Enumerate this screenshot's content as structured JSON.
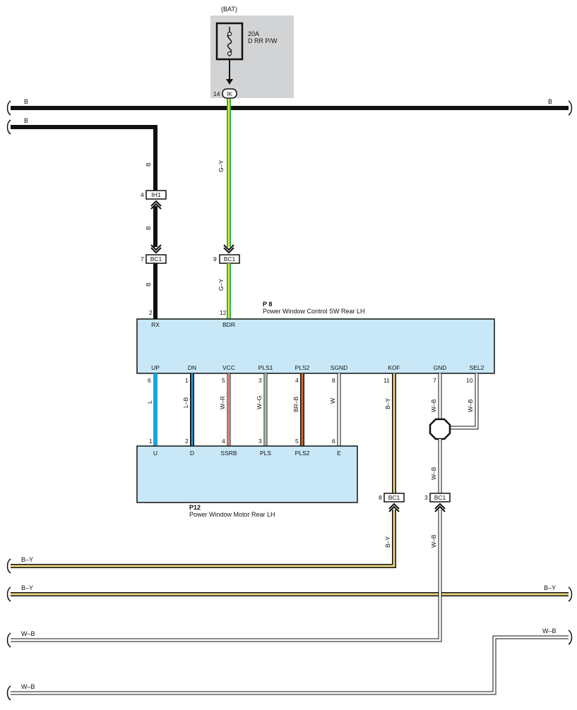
{
  "fuse": {
    "source": "(BAT)",
    "rating": "20A",
    "name": "D RR P/W"
  },
  "buses": {
    "b_top_left": "B",
    "b_top_right": "B",
    "b_second": "B",
    "by_lower_left": "B–Y",
    "by_main_left": "B–Y",
    "by_main_right": "B–Y",
    "wb_upper_left": "W–B",
    "wb_upper_right": "W–B",
    "wb_lower_left": "W–B"
  },
  "connectors": {
    "ik": {
      "name": "IK",
      "pin": "14"
    },
    "ih1": {
      "name": "IH1",
      "pin": "4"
    },
    "bc1_a": {
      "name": "BC1",
      "pin": "7"
    },
    "bc1_b": {
      "name": "BC1",
      "pin": "9"
    },
    "bc1_c": {
      "name": "BC1",
      "pin": "8"
    },
    "bc1_d": {
      "name": "BC1",
      "pin": "3"
    }
  },
  "wire_colors": {
    "b1": "B",
    "b2": "B",
    "b3": "B",
    "gy1": "G–Y",
    "gy2": "G–Y",
    "l": "L",
    "lb": "L–B",
    "wr": "W–R",
    "wg": "W–G",
    "brb": "BR–B",
    "w": "W",
    "by1": "B–Y",
    "by2": "B–Y",
    "wb1": "W–B",
    "wb2": "W–B",
    "wb3": "W–B",
    "wb4": "W–B"
  },
  "p8": {
    "code": "P 8",
    "name": "Power Window Control SW Rear LH",
    "top_pins": [
      {
        "num": "2",
        "label": "RX"
      },
      {
        "num": "12",
        "label": "BDR"
      }
    ],
    "bottom_pins": [
      {
        "num": "6",
        "label": "UP"
      },
      {
        "num": "1",
        "label": "DN"
      },
      {
        "num": "5",
        "label": "VCC"
      },
      {
        "num": "3",
        "label": "PLS1"
      },
      {
        "num": "4",
        "label": "PLS2"
      },
      {
        "num": "8",
        "label": "SGND"
      },
      {
        "num": "11",
        "label": "KOF"
      },
      {
        "num": "7",
        "label": "GND"
      },
      {
        "num": "10",
        "label": "SEL2"
      }
    ]
  },
  "p12": {
    "code": "P12",
    "name": "Power Window Motor Rear LH",
    "pins": [
      {
        "num": "1",
        "label": "U"
      },
      {
        "num": "2",
        "label": "D"
      },
      {
        "num": "4",
        "label": "SSRB"
      },
      {
        "num": "3",
        "label": "PLS"
      },
      {
        "num": "5",
        "label": "PLS2"
      },
      {
        "num": "6",
        "label": "E"
      }
    ]
  },
  "colors": {
    "black": "#111111",
    "green": "#2db34a",
    "yellow": "#f2e24a",
    "blue": "#1aa4e0",
    "red": "#d9261c",
    "brown": "#a0522d",
    "tan": "#e8d37c",
    "comp_fill": "#c8e8f7",
    "fuse_bg": "#d2d3d5"
  }
}
